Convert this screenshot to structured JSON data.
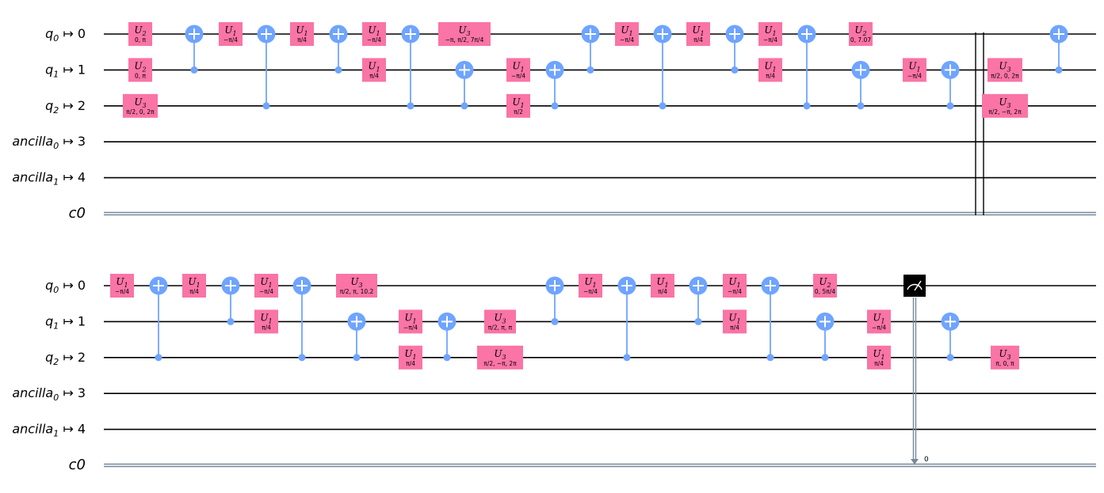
{
  "wire_labels": [
    {
      "base": "q",
      "sub": "0",
      "map": " ↦ 0"
    },
    {
      "base": "q",
      "sub": "1",
      "map": " ↦ 1"
    },
    {
      "base": "q",
      "sub": "2",
      "map": " ↦ 2"
    },
    {
      "base": "ancilla",
      "sub": "0",
      "map": " ↦ 3"
    },
    {
      "base": "ancilla",
      "sub": "1",
      "map": " ↦ 4"
    },
    {
      "base": "c0",
      "sub": "",
      "map": ""
    }
  ],
  "rows": [
    {
      "gates": [
        {
          "type": "u",
          "name": "U",
          "sub": "2",
          "param": "0, π",
          "wire": 0,
          "col": 177
        },
        {
          "type": "u",
          "name": "U",
          "sub": "2",
          "param": "0, π",
          "wire": 1,
          "col": 177
        },
        {
          "type": "u",
          "name": "U",
          "sub": "3",
          "param": "π/2, 0, 2π",
          "wire": 2,
          "col": 177,
          "wide": 44
        },
        {
          "type": "cx",
          "ctrl": 1,
          "tgt": 0,
          "col": 245
        },
        {
          "type": "u",
          "name": "U",
          "sub": "1",
          "param": "−π/4",
          "wire": 0,
          "col": 291
        },
        {
          "type": "cx",
          "ctrl": 2,
          "tgt": 0,
          "col": 336
        },
        {
          "type": "u",
          "name": "U",
          "sub": "1",
          "param": "π/4",
          "wire": 0,
          "col": 381
        },
        {
          "type": "cx",
          "ctrl": 1,
          "tgt": 0,
          "col": 427
        },
        {
          "type": "u",
          "name": "U",
          "sub": "1",
          "param": "−π/4",
          "wire": 0,
          "col": 472
        },
        {
          "type": "u",
          "name": "U",
          "sub": "1",
          "param": "π/4",
          "wire": 1,
          "col": 472
        },
        {
          "type": "cx",
          "ctrl": 2,
          "tgt": 0,
          "col": 518
        },
        {
          "type": "u",
          "name": "U",
          "sub": "3",
          "param": "−π, π/2, 7π/4",
          "wire": 0,
          "col": 586,
          "wide": 66
        },
        {
          "type": "cx",
          "ctrl": 2,
          "tgt": 1,
          "col": 586
        },
        {
          "type": "u",
          "name": "U",
          "sub": "1",
          "param": "−π/4",
          "wire": 1,
          "col": 654
        },
        {
          "type": "u",
          "name": "U",
          "sub": "1",
          "param": "π/2",
          "wire": 2,
          "col": 654
        },
        {
          "type": "cx",
          "ctrl": 2,
          "tgt": 1,
          "col": 700
        },
        {
          "type": "cx",
          "ctrl": 1,
          "tgt": 0,
          "col": 745
        },
        {
          "type": "u",
          "name": "U",
          "sub": "1",
          "param": "−π/4",
          "wire": 0,
          "col": 791
        },
        {
          "type": "cx",
          "ctrl": 2,
          "tgt": 0,
          "col": 836
        },
        {
          "type": "u",
          "name": "U",
          "sub": "1",
          "param": "π/4",
          "wire": 0,
          "col": 881
        },
        {
          "type": "cx",
          "ctrl": 1,
          "tgt": 0,
          "col": 927
        },
        {
          "type": "u",
          "name": "U",
          "sub": "1",
          "param": "−π/4",
          "wire": 0,
          "col": 972
        },
        {
          "type": "u",
          "name": "U",
          "sub": "1",
          "param": "π/4",
          "wire": 1,
          "col": 972
        },
        {
          "type": "cx",
          "ctrl": 2,
          "tgt": 0,
          "col": 1018
        },
        {
          "type": "u",
          "name": "U",
          "sub": "2",
          "param": "0, 7.07",
          "wire": 0,
          "col": 1086
        },
        {
          "type": "cx",
          "ctrl": 2,
          "tgt": 1,
          "col": 1086
        },
        {
          "type": "u",
          "name": "U",
          "sub": "1",
          "param": "−π/4",
          "wire": 1,
          "col": 1154
        },
        {
          "type": "cx",
          "ctrl": 2,
          "tgt": 1,
          "col": 1199
        },
        {
          "type": "barrier",
          "col": 1236
        },
        {
          "type": "u",
          "name": "U",
          "sub": "3",
          "param": "π/2, 0, 2π",
          "wire": 1,
          "col": 1268,
          "wide": 44
        },
        {
          "type": "u",
          "name": "U",
          "sub": "3",
          "param": "π/2, −π, 2π",
          "wire": 2,
          "col": 1268,
          "wide": 58
        },
        {
          "type": "cx",
          "ctrl": 1,
          "tgt": 0,
          "col": 1336
        }
      ]
    },
    {
      "gates": [
        {
          "type": "u",
          "name": "U",
          "sub": "1",
          "param": "−π/4",
          "wire": 0,
          "col": 154
        },
        {
          "type": "cx",
          "ctrl": 2,
          "tgt": 0,
          "col": 200
        },
        {
          "type": "u",
          "name": "U",
          "sub": "1",
          "param": "π/4",
          "wire": 0,
          "col": 245
        },
        {
          "type": "cx",
          "ctrl": 1,
          "tgt": 0,
          "col": 291
        },
        {
          "type": "u",
          "name": "U",
          "sub": "1",
          "param": "−π/4",
          "wire": 0,
          "col": 336
        },
        {
          "type": "u",
          "name": "U",
          "sub": "1",
          "param": "π/4",
          "wire": 1,
          "col": 336
        },
        {
          "type": "cx",
          "ctrl": 2,
          "tgt": 0,
          "col": 381
        },
        {
          "type": "u",
          "name": "U",
          "sub": "3",
          "param": "π/2, π, 10.2",
          "wire": 0,
          "col": 450,
          "wide": 52
        },
        {
          "type": "cx",
          "ctrl": 2,
          "tgt": 1,
          "col": 450
        },
        {
          "type": "u",
          "name": "U",
          "sub": "1",
          "param": "−π/4",
          "wire": 1,
          "col": 518
        },
        {
          "type": "u",
          "name": "U",
          "sub": "1",
          "param": "π/4",
          "wire": 2,
          "col": 518
        },
        {
          "type": "cx",
          "ctrl": 2,
          "tgt": 1,
          "col": 564
        },
        {
          "type": "u",
          "name": "U",
          "sub": "3",
          "param": "π/2, π, π",
          "wire": 1,
          "col": 631,
          "wide": 40
        },
        {
          "type": "u",
          "name": "U",
          "sub": "3",
          "param": "π/2, −π, 2π",
          "wire": 2,
          "col": 631,
          "wide": 58
        },
        {
          "type": "cx",
          "ctrl": 1,
          "tgt": 0,
          "col": 700
        },
        {
          "type": "u",
          "name": "U",
          "sub": "1",
          "param": "−π/4",
          "wire": 0,
          "col": 745
        },
        {
          "type": "cx",
          "ctrl": 2,
          "tgt": 0,
          "col": 791
        },
        {
          "type": "u",
          "name": "U",
          "sub": "1",
          "param": "π/4",
          "wire": 0,
          "col": 836
        },
        {
          "type": "cx",
          "ctrl": 1,
          "tgt": 0,
          "col": 881
        },
        {
          "type": "u",
          "name": "U",
          "sub": "1",
          "param": "−π/4",
          "wire": 0,
          "col": 927
        },
        {
          "type": "u",
          "name": "U",
          "sub": "1",
          "param": "π/4",
          "wire": 1,
          "col": 927
        },
        {
          "type": "cx",
          "ctrl": 2,
          "tgt": 0,
          "col": 972
        },
        {
          "type": "u",
          "name": "U",
          "sub": "2",
          "param": "0, 5π/4",
          "wire": 0,
          "col": 1041
        },
        {
          "type": "cx",
          "ctrl": 2,
          "tgt": 1,
          "col": 1041
        },
        {
          "type": "u",
          "name": "U",
          "sub": "1",
          "param": "−π/4",
          "wire": 1,
          "col": 1109
        },
        {
          "type": "u",
          "name": "U",
          "sub": "1",
          "param": "π/4",
          "wire": 2,
          "col": 1109
        },
        {
          "type": "measure",
          "wire": 0,
          "col": 1154,
          "bit": "0"
        },
        {
          "type": "cx",
          "ctrl": 2,
          "tgt": 1,
          "col": 1199
        },
        {
          "type": "u",
          "name": "U",
          "sub": "3",
          "param": "π, 0, π",
          "wire": 2,
          "col": 1268,
          "wide": 36
        }
      ]
    }
  ]
}
